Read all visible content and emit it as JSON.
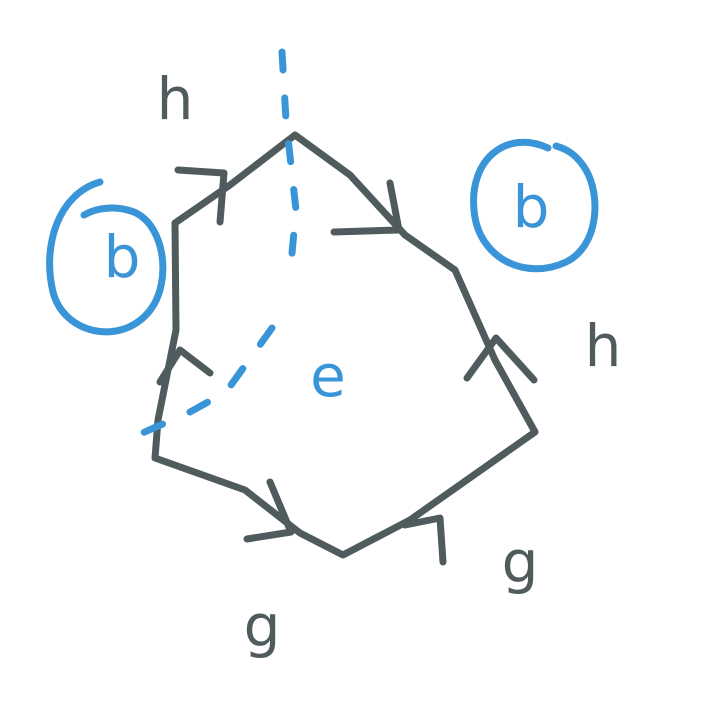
{
  "colors": {
    "dark": "#4f5b5d",
    "blue": "#3a95d8"
  },
  "labels": {
    "top_left": "h",
    "left_circled": "b",
    "right_circled": "b",
    "right": "h",
    "bottom_right": "g",
    "bottom": "g",
    "center": "e"
  }
}
